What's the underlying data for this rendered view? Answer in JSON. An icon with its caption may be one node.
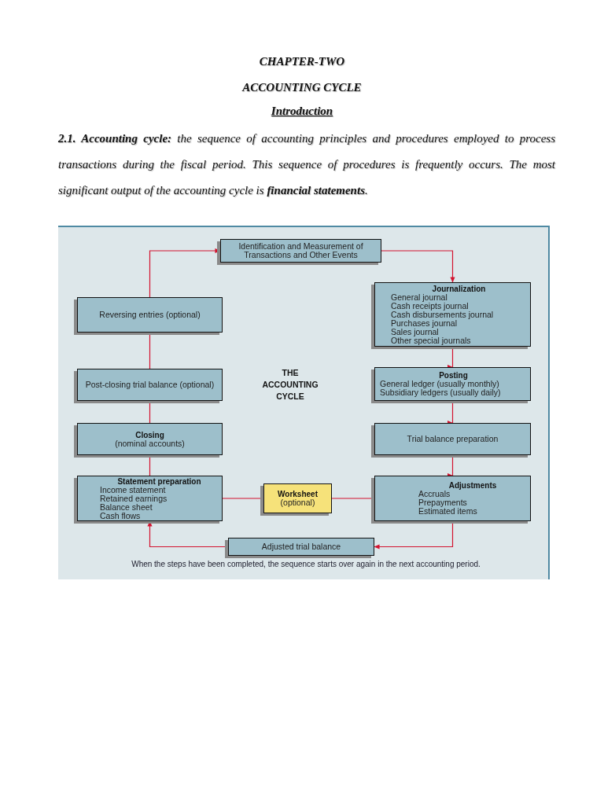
{
  "diagram": {
    "title": "CHAPTER-TWO",
    "nodes": [
      {
        "text": [
          "Identification and Measurement of Transactions and Other Events"
        ]
      },
      {
        "text": [
          "Journalization",
          "General journal",
          "Cash receipts journal",
          "Cash disbursements journal",
          "Purchases journal",
          "Sales journal",
          "Other special journals"
        ]
      },
      {
        "text": [
          "Posting",
          "General ledger (usually monthly)",
          "Subsidiary ledgers (usually daily)"
        ]
      },
      {
        "text": [
          "Trial balance preparation"
        ]
      },
      {
        "text": [
          "Adjustments",
          "Accruals",
          "Prepayments",
          "Estimated items"
        ]
      },
      {
        "text": [
          "Adjusted trial balance"
        ]
      },
      {
        "text": [
          "Worksheet",
          "(optional)"
        ]
      },
      {
        "text": [
          "Statement preparation",
          "Income statement",
          "Retained earnings",
          "Balance sheet",
          "Cash flows"
        ]
      },
      {
        "text": [
          "Closing",
          "(nominal accounts)"
        ]
      },
      {
        "text": [
          "Post-closing trial balance (optional)"
        ]
      },
      {
        "text": [
          "Reversing entries (optional)"
        ]
      }
    ],
    "edges": [
      {
        "from": 0,
        "to": 1,
        "arrow": "to"
      },
      {
        "from": 1,
        "to": 2,
        "arrow": "to"
      },
      {
        "from": 2,
        "to": 3,
        "arrow": "to"
      },
      {
        "from": 3,
        "to": 4,
        "arrow": "to"
      },
      {
        "from": 4,
        "to": 5,
        "arrow": "to"
      },
      {
        "from": 5,
        "to": 7,
        "arrow": "to"
      },
      {
        "from": 4,
        "to": 6,
        "arrow": "to"
      },
      {
        "from": 6,
        "to": 7,
        "arrow": "to"
      },
      {
        "from": 7,
        "to": 8,
        "arrow": "to"
      },
      {
        "from": 8,
        "to": 9,
        "arrow": "to"
      },
      {
        "from": 9,
        "to": 10,
        "arrow": "to"
      },
      {
        "from": 10,
        "to": 0,
        "arrow": "to"
      }
    ],
    "labels": [
      "ACCOUNTING CYCLE",
      "Introduction",
      "**2.1. Accounting cycle:** the sequence of accounting principles and procedures employed to process transactions during the fiscal period. This sequence of procedures is frequently occurs. The most significant output of the accounting cycle is **financial statements**.",
      "THE ACCOUNTING CYCLE",
      "When the steps have been completed, the sequence starts over again in the next accounting period."
    ]
  }
}
